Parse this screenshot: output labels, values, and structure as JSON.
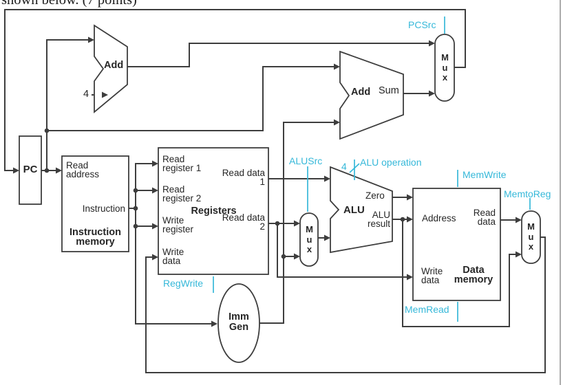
{
  "header": {
    "text": "shown below. (7 points)"
  },
  "colors": {
    "wire": "#3d3d3d",
    "accent": "#35b8d9",
    "page_edge": "#ababab",
    "background": "#ffffff"
  },
  "datapath": {
    "pc": {
      "label": "PC"
    },
    "pc_adder": {
      "label": "Add",
      "increment": "4"
    },
    "branch_adder": {
      "label": "Add",
      "output": "Sum"
    },
    "instruction_memory": {
      "title": "Instruction memory",
      "read_address": "Read address",
      "instruction": "Instruction"
    },
    "registers": {
      "title": "Registers",
      "read_register_1": "Read register 1",
      "read_register_2": "Read register 2",
      "write_register": "Write register",
      "write_data": "Write data",
      "read_data_1": "Read data 1",
      "read_data_2": "Read data 2"
    },
    "imm_gen": {
      "label": "Imm Gen"
    },
    "alu": {
      "label": "ALU",
      "zero": "Zero",
      "result": "ALU result"
    },
    "data_memory": {
      "title": "Data memory",
      "address": "Address",
      "read_data": "Read data",
      "write_data": "Write data"
    },
    "muxes": {
      "pcsrc_mux": "Mux",
      "alusrc_mux": "Mux",
      "memtoreg_mux": "Mux"
    },
    "control_signals": {
      "pcsrc": "PCSrc",
      "alusrc": "ALUSrc",
      "alu_operation_width": "4",
      "alu_operation": "ALU operation",
      "regwrite": "RegWrite",
      "memwrite": "MemWrite",
      "memtoreg": "MemtoReg",
      "memread": "MemRead"
    }
  }
}
